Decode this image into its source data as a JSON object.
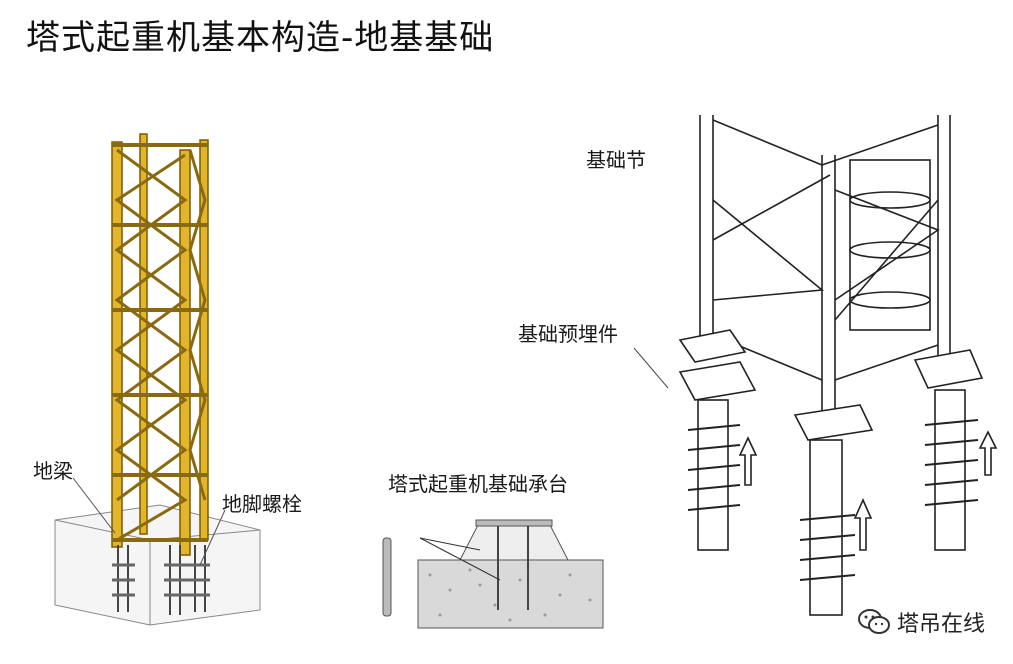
{
  "title": "塔式起重机基本构造-地基基础",
  "labels": {
    "ground_beam": "地梁",
    "anchor_bolt": "地脚螺栓",
    "foundation_platform": "塔式起重机基础承台",
    "base_section": "基础节",
    "embedded_part": "基础预埋件"
  },
  "watermark": {
    "text": "塔吊在线",
    "icon": "wechat-icon"
  },
  "colors": {
    "mast_yellow": "#e3b52a",
    "mast_dark": "#7a5a00"
  }
}
